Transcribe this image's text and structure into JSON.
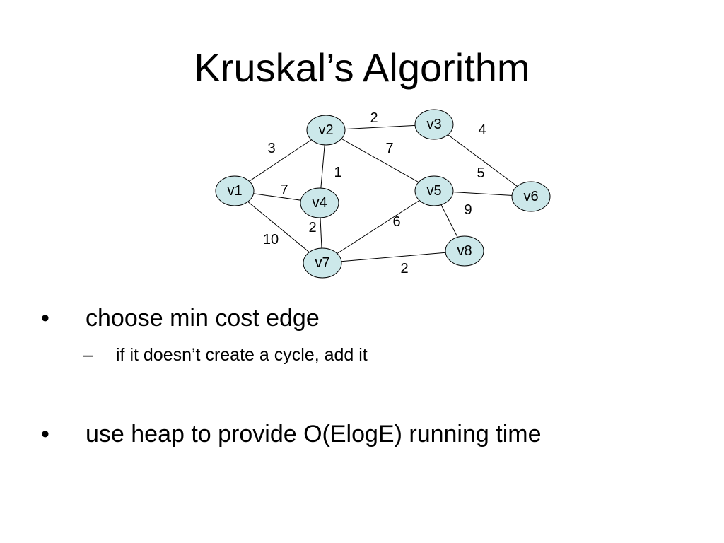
{
  "slide": {
    "title": "Kruskal’s Algorithm"
  },
  "graph": {
    "nodes": [
      {
        "id": "v1",
        "label": "v1"
      },
      {
        "id": "v2",
        "label": "v2"
      },
      {
        "id": "v3",
        "label": "v3"
      },
      {
        "id": "v4",
        "label": "v4"
      },
      {
        "id": "v5",
        "label": "v5"
      },
      {
        "id": "v6",
        "label": "v6"
      },
      {
        "id": "v7",
        "label": "v7"
      },
      {
        "id": "v8",
        "label": "v8"
      }
    ],
    "edges": [
      {
        "from": "v2",
        "to": "v3",
        "weight": "2"
      },
      {
        "from": "v1",
        "to": "v2",
        "weight": "3"
      },
      {
        "from": "v3",
        "to": "v6",
        "weight": "4"
      },
      {
        "from": "v2",
        "to": "v5",
        "weight": "7"
      },
      {
        "from": "v2",
        "to": "v4",
        "weight": "1"
      },
      {
        "from": "v5",
        "to": "v6",
        "weight": "5"
      },
      {
        "from": "v1",
        "to": "v4",
        "weight": "7"
      },
      {
        "from": "v5",
        "to": "v8",
        "weight": "9"
      },
      {
        "from": "v7",
        "to": "v5",
        "weight": "6"
      },
      {
        "from": "v4",
        "to": "v7",
        "weight": "2"
      },
      {
        "from": "v1",
        "to": "v7",
        "weight": "10"
      },
      {
        "from": "v7",
        "to": "v8",
        "weight": "2"
      }
    ]
  },
  "bullets": [
    {
      "mark": "•",
      "text": "choose min cost edge",
      "sub": [
        {
          "mark": "–",
          "text": "if it doesn’t create a cycle, add it"
        }
      ]
    },
    {
      "mark": "•",
      "text": "use heap to provide O(ElogE) running time",
      "sub": []
    }
  ]
}
